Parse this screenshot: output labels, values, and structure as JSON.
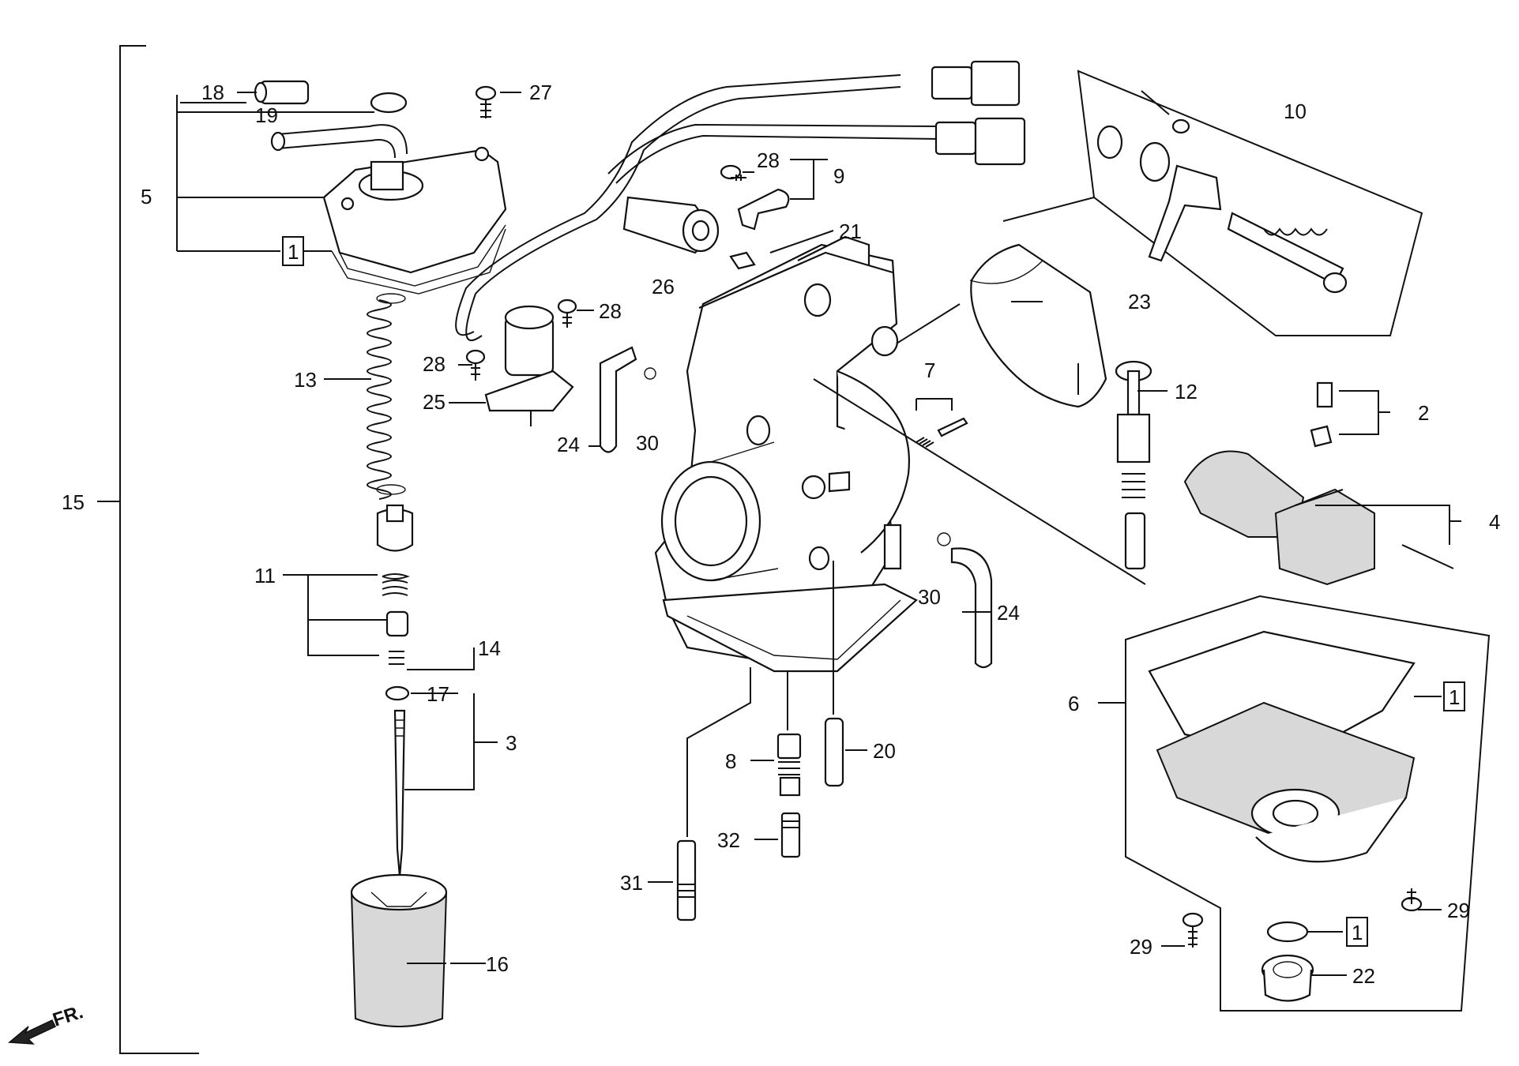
{
  "diagram": {
    "callouts": [
      {
        "id": "c1",
        "text": "1"
      },
      {
        "id": "c2",
        "text": "2"
      },
      {
        "id": "c3",
        "text": "3"
      },
      {
        "id": "c4",
        "text": "4"
      },
      {
        "id": "c5",
        "text": "5"
      },
      {
        "id": "c6",
        "text": "6"
      },
      {
        "id": "c7",
        "text": "7"
      },
      {
        "id": "c8",
        "text": "8"
      },
      {
        "id": "c9",
        "text": "9"
      },
      {
        "id": "c10",
        "text": "10"
      },
      {
        "id": "c11",
        "text": "11"
      },
      {
        "id": "c12",
        "text": "12"
      },
      {
        "id": "c13",
        "text": "13"
      },
      {
        "id": "c14",
        "text": "14"
      },
      {
        "id": "c15",
        "text": "15"
      },
      {
        "id": "c16",
        "text": "16"
      },
      {
        "id": "c17",
        "text": "17"
      },
      {
        "id": "c18",
        "text": "18"
      },
      {
        "id": "c19",
        "text": "19"
      },
      {
        "id": "c20",
        "text": "20"
      },
      {
        "id": "c21",
        "text": "21"
      },
      {
        "id": "c22",
        "text": "22"
      },
      {
        "id": "c23",
        "text": "23"
      },
      {
        "id": "c24",
        "text": "24"
      },
      {
        "id": "c25",
        "text": "25"
      },
      {
        "id": "c26",
        "text": "26"
      },
      {
        "id": "c27",
        "text": "27"
      },
      {
        "id": "c28",
        "text": "28"
      },
      {
        "id": "c29",
        "text": "29"
      },
      {
        "id": "c30",
        "text": "30"
      },
      {
        "id": "c31",
        "text": "31"
      },
      {
        "id": "c32",
        "text": "32"
      }
    ],
    "boxed_label": "1",
    "direction_label": "FR."
  }
}
